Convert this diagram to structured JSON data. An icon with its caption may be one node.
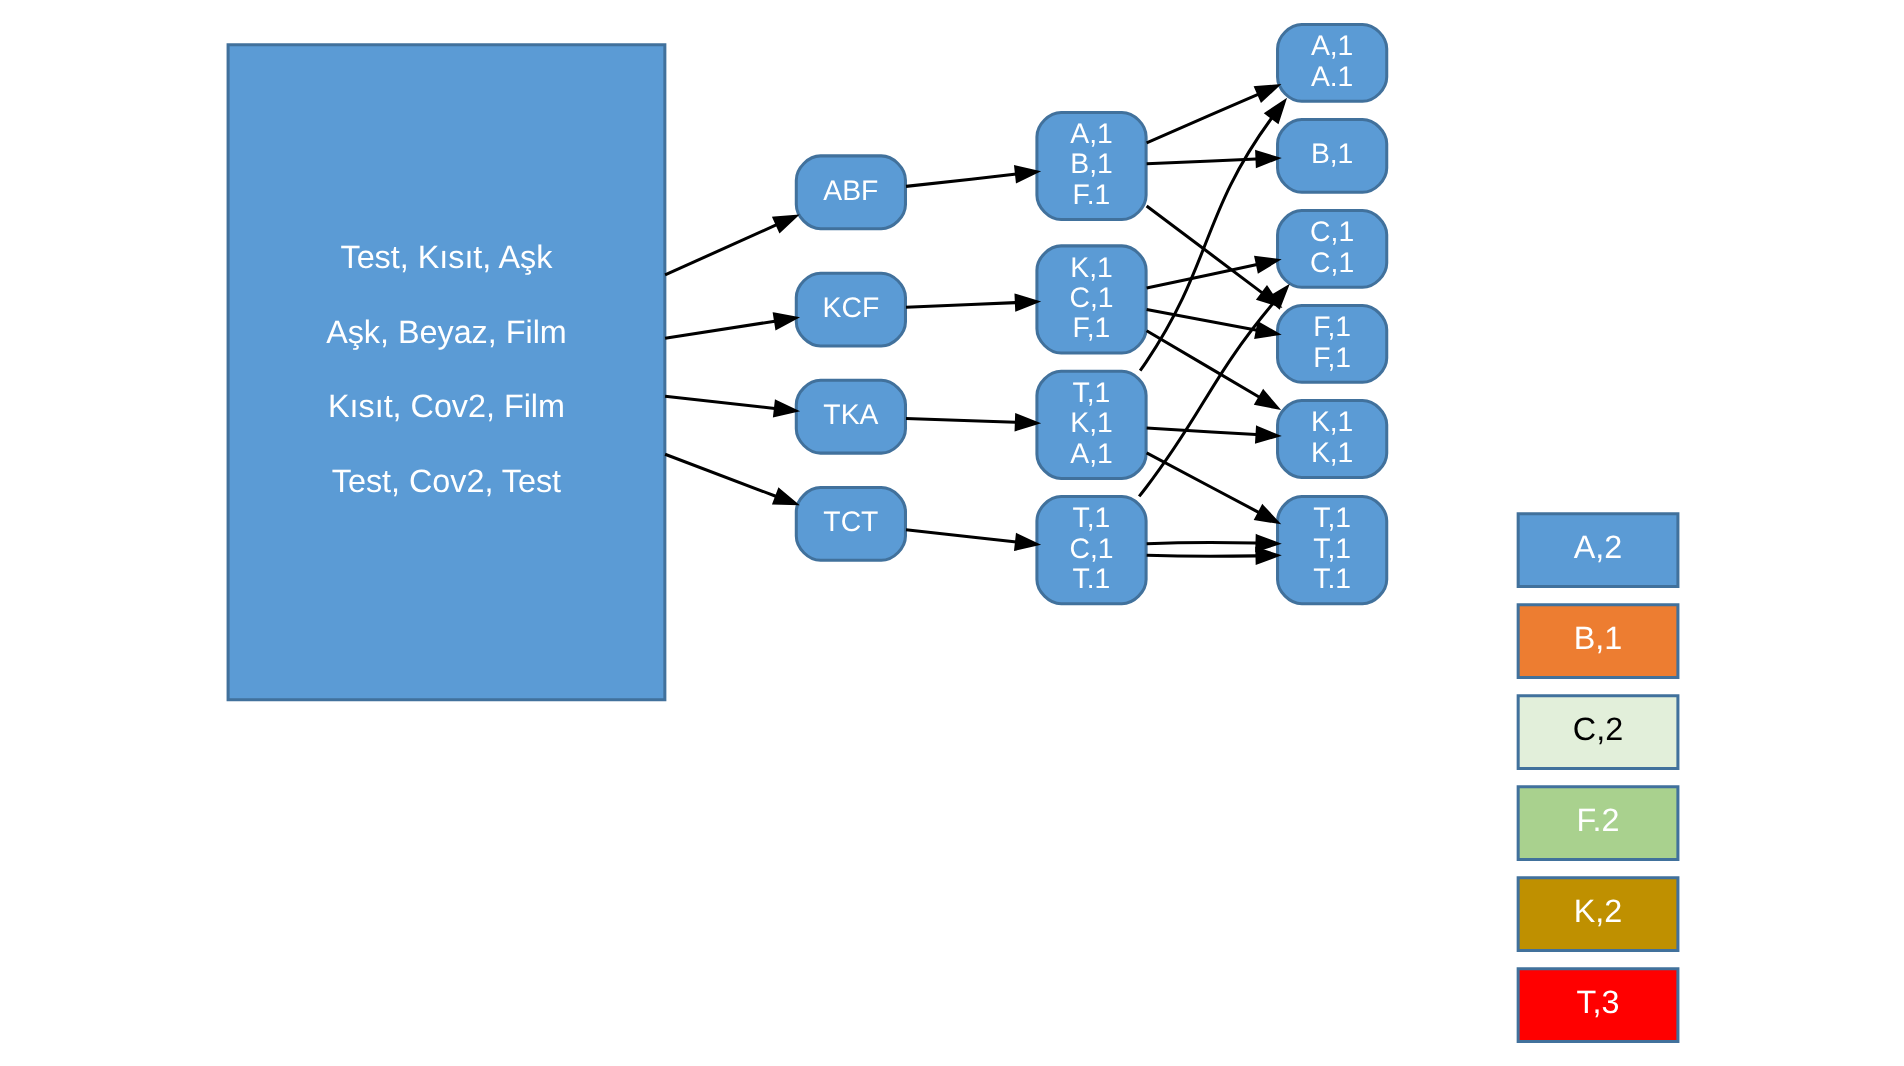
{
  "diagram": {
    "nodes": [
      {
        "text": [
          "Test, Kısıt, Aşk",
          "Aşk, Beyaz, Film",
          "Kısıt, Cov2, Film",
          "Test, Cov2, Test"
        ]
      },
      {
        "text": [
          "TKA"
        ]
      },
      {
        "text": [
          "ABF"
        ]
      },
      {
        "text": [
          "KCF"
        ]
      },
      {
        "text": [
          "TCT"
        ]
      },
      {
        "text": [
          "T,1",
          "K,1",
          "A,1"
        ]
      },
      {
        "text": [
          "A,1",
          "B,1",
          "F.1"
        ]
      },
      {
        "text": [
          "K,1",
          "C,1",
          "F,1"
        ]
      },
      {
        "text": [
          "T,1",
          "C,1",
          "T.1"
        ]
      },
      {
        "text": [
          "A,1",
          "A.1"
        ]
      },
      {
        "text": [
          "B,1"
        ]
      },
      {
        "text": [
          "C,1",
          "C,1"
        ]
      },
      {
        "text": [
          "F,1",
          "F,1"
        ]
      },
      {
        "text": [
          "K,1",
          "K,1"
        ]
      },
      {
        "text": [
          "T,1",
          "T,1",
          "T.1"
        ]
      },
      {
        "text": [
          "A,2"
        ]
      },
      {
        "text": [
          "B,1"
        ]
      },
      {
        "text": [
          "C,2"
        ]
      },
      {
        "text": [
          "F.2"
        ]
      },
      {
        "text": [
          "K,2"
        ]
      },
      {
        "text": [
          "T,3"
        ]
      }
    ],
    "edges": [
      {
        "from": 0,
        "to": 1,
        "arrow": "to"
      },
      {
        "from": 0,
        "to": 2,
        "arrow": "to"
      },
      {
        "from": 0,
        "to": 3,
        "arrow": "to"
      },
      {
        "from": 0,
        "to": 4,
        "arrow": "to"
      },
      {
        "from": 1,
        "to": 5,
        "arrow": "to"
      },
      {
        "from": 2,
        "to": 6,
        "arrow": "to"
      },
      {
        "from": 3,
        "to": 7,
        "arrow": "to"
      },
      {
        "from": 4,
        "to": 8,
        "arrow": "to"
      },
      {
        "from": 5,
        "to": 9,
        "arrow": "to"
      },
      {
        "from": 5,
        "to": 13,
        "arrow": "to"
      },
      {
        "from": 5,
        "to": 14,
        "arrow": "to"
      },
      {
        "from": 6,
        "to": 9,
        "arrow": "to"
      },
      {
        "from": 6,
        "to": 10,
        "arrow": "to"
      },
      {
        "from": 6,
        "to": 12,
        "arrow": "to"
      },
      {
        "from": 7,
        "to": 11,
        "arrow": "to"
      },
      {
        "from": 7,
        "to": 12,
        "arrow": "to"
      },
      {
        "from": 7,
        "to": 13,
        "arrow": "to"
      },
      {
        "from": 8,
        "to": 11,
        "arrow": "to"
      },
      {
        "from": 8,
        "to": 14,
        "arrow": "to"
      },
      {
        "from": 8,
        "to": 14,
        "arrow": "to"
      }
    ]
  }
}
